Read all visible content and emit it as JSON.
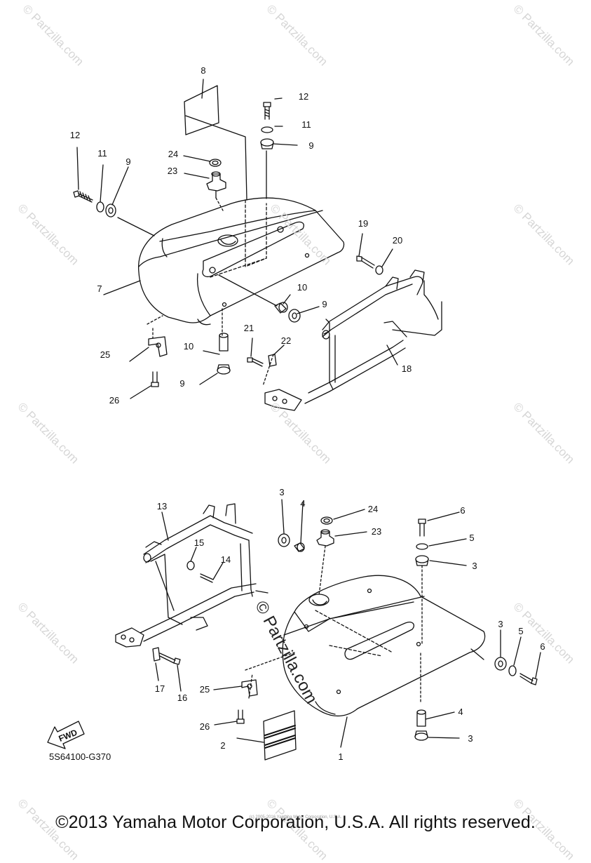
{
  "watermark": "© Partzilla.com",
  "center_watermark": "© Partzilla.com",
  "small_copyright": "(c) 2005-2016 Yamaha Motor Corporation, U.S.A.",
  "copyright": "©2013 Yamaha Motor Corporation, U.S.A. All rights reserved.",
  "drawing_code": "5S64100-G370",
  "fwd_label": "FWD",
  "callouts_top": [
    "8",
    "12",
    "11",
    "9",
    "12",
    "11",
    "9",
    "24",
    "23",
    "7",
    "19",
    "20",
    "10",
    "9",
    "10",
    "9",
    "21",
    "22",
    "18",
    "25",
    "26"
  ],
  "callouts_bottom": [
    "13",
    "3",
    "4",
    "24",
    "23",
    "6",
    "5",
    "3",
    "15",
    "14",
    "3",
    "5",
    "6",
    "17",
    "16",
    "25",
    "26",
    "2",
    "1",
    "4",
    "3"
  ]
}
